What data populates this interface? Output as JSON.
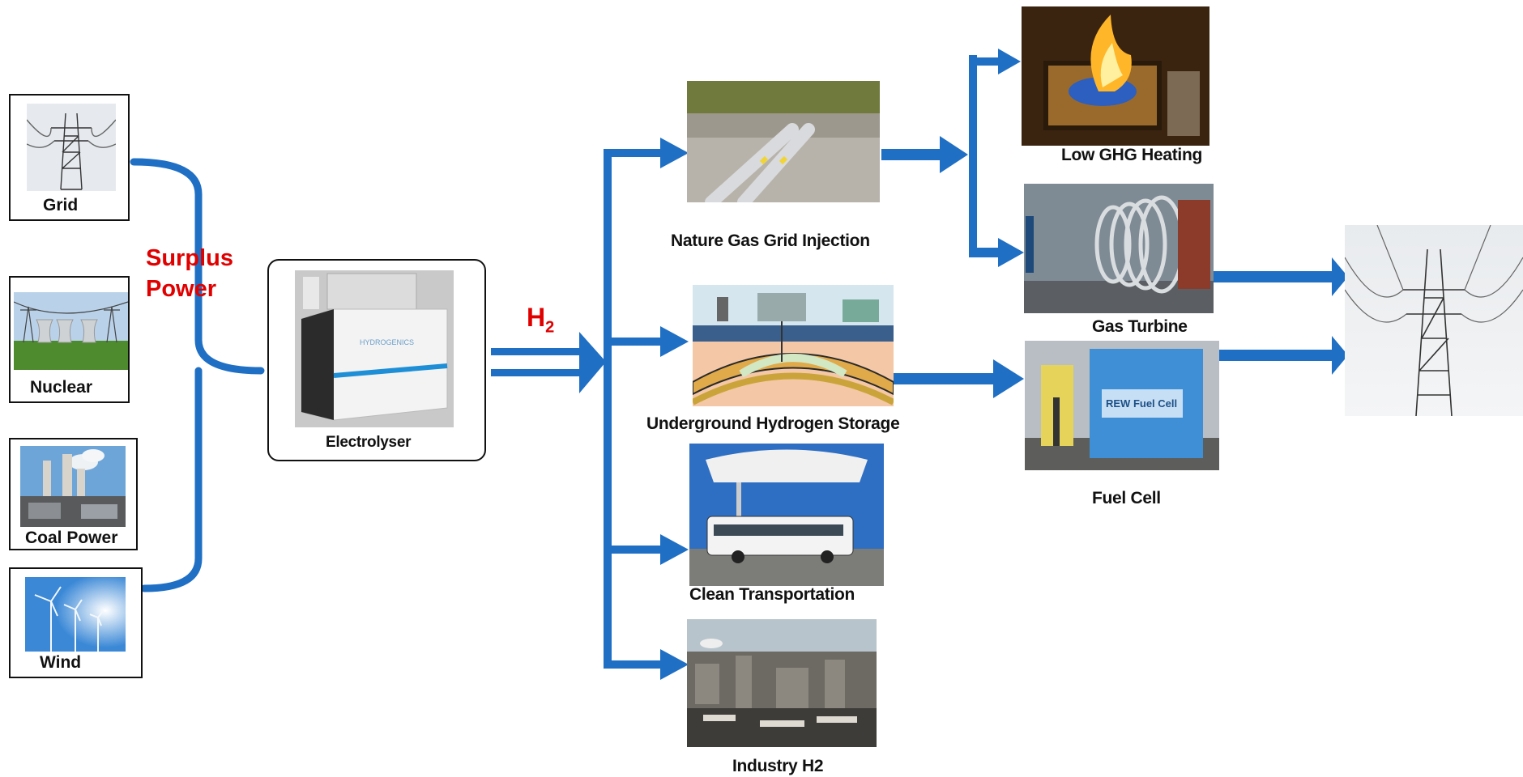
{
  "sources": {
    "grid": "Grid",
    "nuclear": "Nuclear",
    "coal": "Coal Power",
    "wind": "Wind"
  },
  "surplus_power": {
    "line1": "Surplus",
    "line2": "Power"
  },
  "electrolyser": "Electrolyser",
  "h2_label": "H",
  "h2_sub": "2",
  "uses": {
    "grid_injection": "Nature Gas Grid Injection",
    "storage": "Underground Hydrogen Storage",
    "transport": "Clean Transportation",
    "industry": "Industry H2"
  },
  "reconversion": {
    "heating": "Low GHG Heating",
    "turbine": "Gas Turbine",
    "fuel_cell": "Fuel Cell"
  },
  "colors": {
    "arrow": "#1f6fc4",
    "highlight": "#e00000"
  }
}
